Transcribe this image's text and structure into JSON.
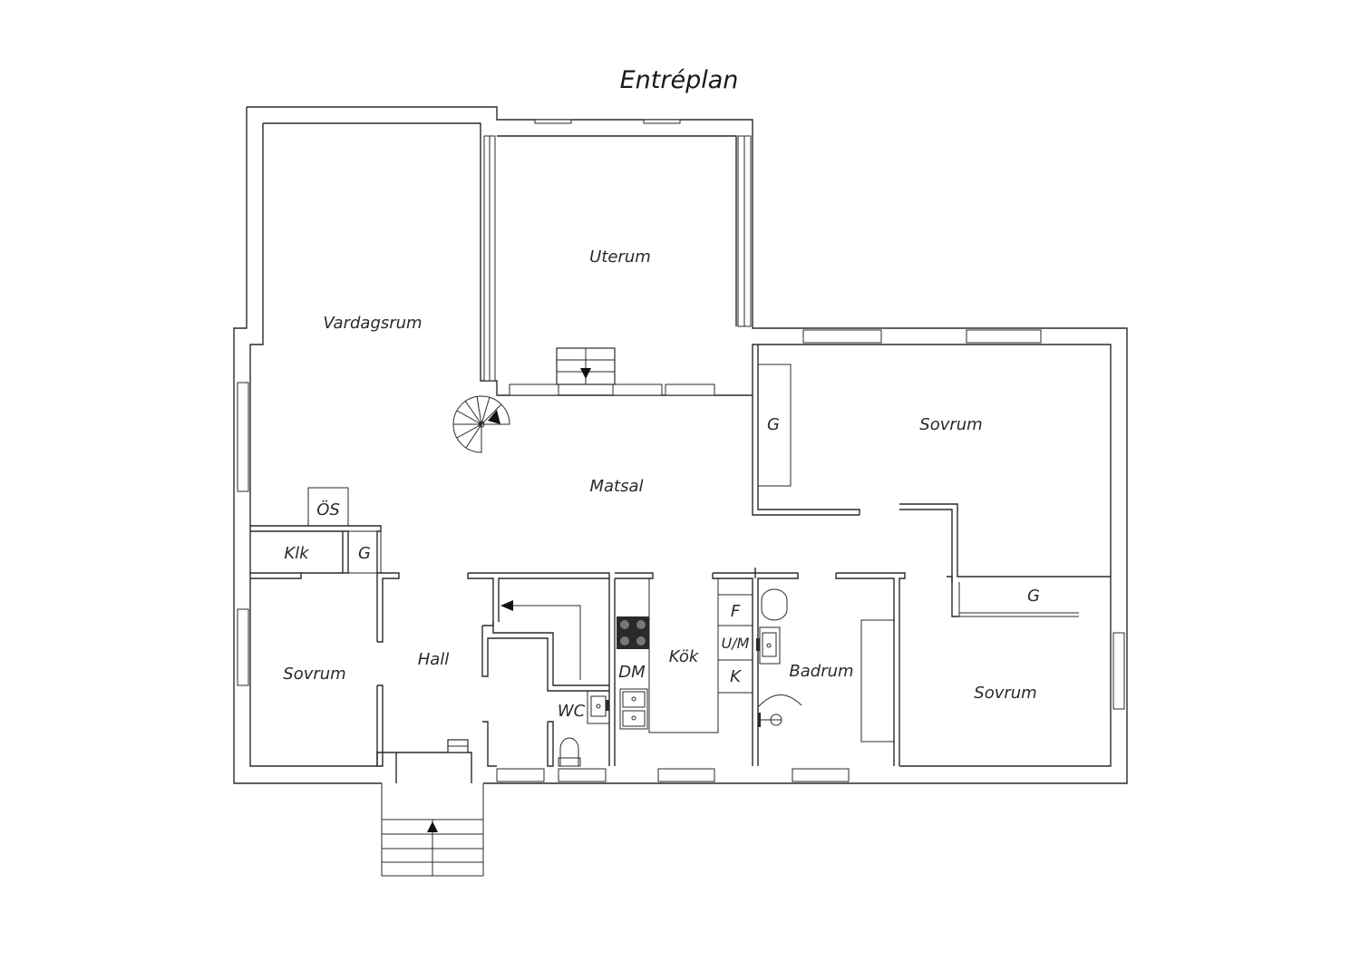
{
  "plan": {
    "title": "Entréplan",
    "rooms": {
      "uterum": "Uterum",
      "vardagsrum": "Vardagsrum",
      "sovrum_top": "Sovrum",
      "g_closet_top": "G",
      "matsal": "Matsal",
      "os": "ÖS",
      "klk": "Klk",
      "g_closet_left": "G",
      "sovrum_left": "Sovrum",
      "hall": "Hall",
      "wc": "WC",
      "dm": "DM",
      "kok": "Kök",
      "f": "F",
      "um": "U/M",
      "k": "K",
      "badrum": "Badrum",
      "g_closet_right": "G",
      "sovrum_right": "Sovrum"
    }
  }
}
